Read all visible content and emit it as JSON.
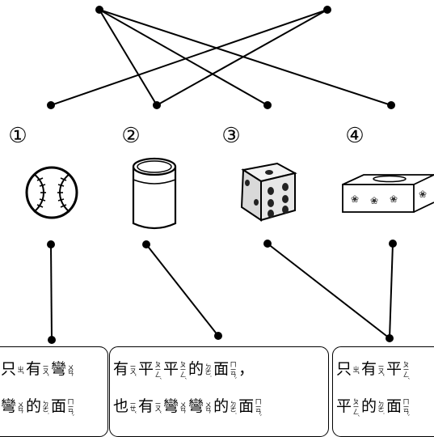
{
  "options": [
    {
      "marker": "①",
      "name": "baseball"
    },
    {
      "marker": "②",
      "name": "cylinder-cup"
    },
    {
      "marker": "③",
      "name": "dice"
    },
    {
      "marker": "④",
      "name": "tissue-box"
    }
  ],
  "answers": [
    {
      "line1": [
        {
          "ch": "只",
          "zy": "ㄓˇ"
        },
        {
          "ch": "有",
          "zy": "ㄧㄡˇ"
        },
        {
          "ch": "彎",
          "zy": "ㄨㄢ"
        }
      ],
      "line2": [
        {
          "ch": "彎",
          "zy": "ㄨㄢ"
        },
        {
          "ch": "的",
          "zy": "ㄉㄜ˙"
        },
        {
          "ch": "面",
          "zy": "ㄇㄧㄢˋ"
        }
      ]
    },
    {
      "line1": [
        {
          "ch": "有",
          "zy": "ㄧㄡˇ"
        },
        {
          "ch": "平",
          "zy": "ㄆㄧㄥˊ"
        },
        {
          "ch": "平",
          "zy": "ㄆㄧㄥˊ"
        },
        {
          "ch": "的",
          "zy": "ㄉㄜ˙"
        },
        {
          "ch": "面",
          "zy": "ㄇㄧㄢˋ"
        },
        {
          "ch": "，",
          "zy": ""
        }
      ],
      "line2": [
        {
          "ch": "也",
          "zy": "ㄧㄝˇ"
        },
        {
          "ch": "有",
          "zy": "ㄧㄡˇ"
        },
        {
          "ch": "彎",
          "zy": "ㄨㄢ"
        },
        {
          "ch": "彎",
          "zy": "ㄨㄢ"
        },
        {
          "ch": "的",
          "zy": "ㄉㄜ˙"
        },
        {
          "ch": "面",
          "zy": "ㄇㄧㄢˋ"
        }
      ]
    },
    {
      "line1": [
        {
          "ch": "只",
          "zy": "ㄓˇ"
        },
        {
          "ch": "有",
          "zy": "ㄧㄡˇ"
        },
        {
          "ch": "平",
          "zy": "ㄆㄧㄥˊ"
        }
      ],
      "line2": [
        {
          "ch": "平",
          "zy": "ㄆㄧㄥˊ"
        },
        {
          "ch": "的",
          "zy": "ㄉㄜ˙"
        },
        {
          "ch": "面",
          "zy": "ㄇㄧㄢˋ"
        }
      ]
    }
  ],
  "colors": {
    "ink": "#000000",
    "dice_face": "#e6e6e6",
    "dice_pip": "#222222",
    "box_leaf": "#333333"
  }
}
